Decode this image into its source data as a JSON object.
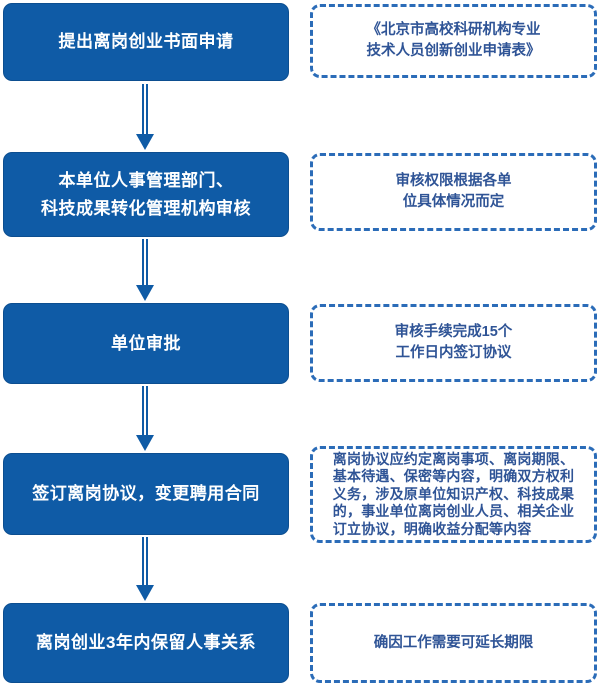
{
  "diagram": {
    "type": "flowchart",
    "orientation": "vertical",
    "steps": [
      {
        "label": "提出离岗创业书面申请",
        "note": "《北京市高校科研机构专业\n技术人员创新创业申请表》"
      },
      {
        "label": "本单位人事管理部门、\n科技成果转化管理机构审核",
        "note": "审核权限根据各单\n位具体情况而定"
      },
      {
        "label": "单位审批",
        "note": "审核手续完成15个\n工作日内签订协议"
      },
      {
        "label": "签订离岗协议，变更聘用合同",
        "note": "离岗协议应约定离岗事项、离岗期限、\n基本待遇、保密等内容，明确双方权利\n义务，涉及原单位知识产权、科技成果\n的，事业单位离岗创业人员、相关企业\n订立协议，明确收益分配等内容"
      },
      {
        "label": "离岗创业3年内保留人事关系",
        "note": "确因工作需要可延长期限"
      }
    ],
    "colors": {
      "step_fill": "#0f5ba6",
      "step_border": "#0c4e90",
      "step_text": "#ffffff",
      "note_border": "#2b6cb8",
      "note_text": "#2f5496",
      "arrow": "#0f5ba6",
      "background": "#ffffff"
    }
  }
}
